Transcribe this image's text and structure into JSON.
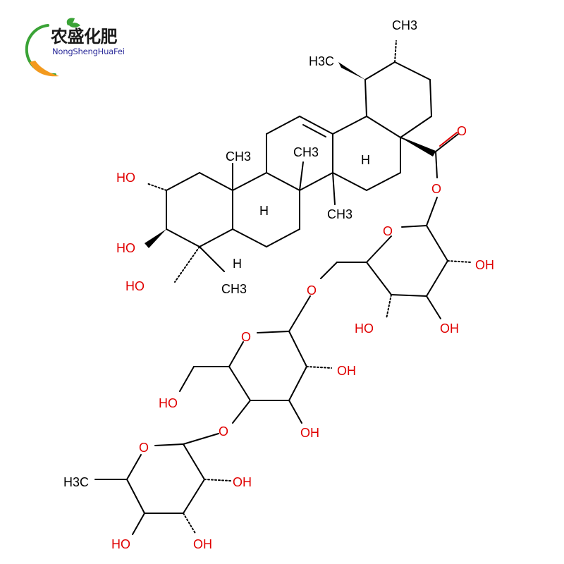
{
  "logo": {
    "chinese": "农盛化肥",
    "pinyin": "NongShengHuaFei",
    "colors": {
      "leaf_green": "#3aa336",
      "swoosh_orange": "#f39a1e",
      "text_dark": "#1a1a1a",
      "text_blue": "#2b2b9a"
    }
  },
  "structure": {
    "atom_color_oxygen": "#e00000",
    "atom_color_carbon": "#000000",
    "labels": {
      "ch3_top": "CH3",
      "h3c_left": "H3C",
      "ch3_ring_a": "CH3",
      "ch3_ring_b": "CH3",
      "ch3_ring_c": "CH3",
      "ch3_gem": "CH3",
      "h_c18": "H",
      "h_c9": "H",
      "h_c5": "H",
      "ho_c2": "HO",
      "ho_c3": "HO",
      "ho_c23": "HO",
      "o_ester_carbonyl": "O",
      "o_ester_link": "O",
      "o_glc1_ring": "O",
      "oh_glc1_c2": "OH",
      "ho_glc1_c3": "HO",
      "oh_glc1_c4": "OH",
      "o_glc1_c6": "O",
      "o_glc2_ring": "O",
      "oh_glc2_c2": "OH",
      "oh_glc2_c3": "OH",
      "ho_glc2_c6": "HO",
      "o_glc2_c4": "O",
      "o_rha_ring": "O",
      "h3c_rha": "H3C",
      "oh_rha_c2": "OH",
      "oh_rha_c3": "OH",
      "ho_rha_c4": "HO"
    }
  }
}
